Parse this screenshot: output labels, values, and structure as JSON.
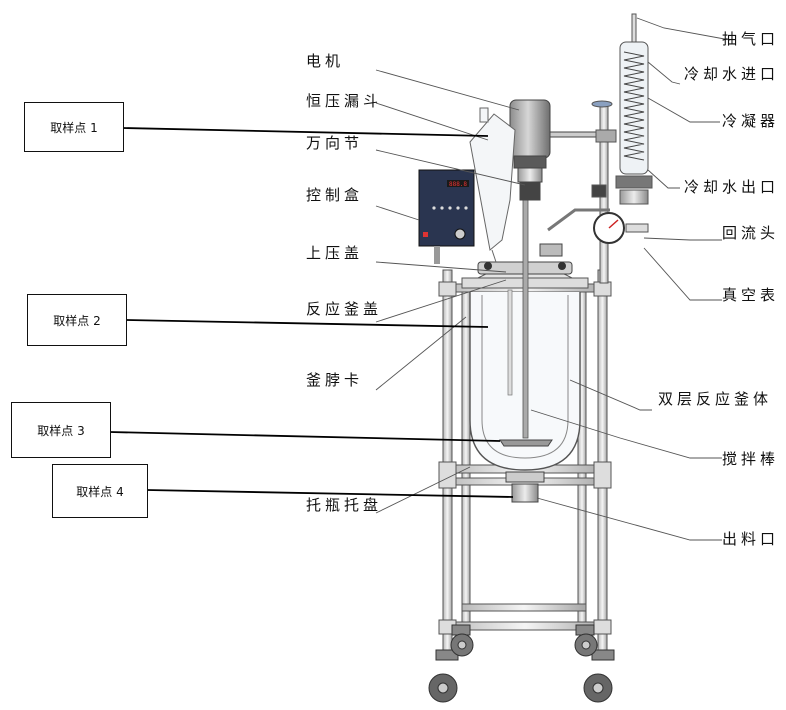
{
  "left_labels": [
    {
      "id": "motor",
      "text": "电机"
    },
    {
      "id": "funnel",
      "text": "恒压漏斗"
    },
    {
      "id": "joint",
      "text": "万向节"
    },
    {
      "id": "control_box",
      "text": "控制盒"
    },
    {
      "id": "upper_cover",
      "text": "上压盖"
    },
    {
      "id": "reactor_lid",
      "text": "反应釜盖"
    },
    {
      "id": "clamp",
      "text": "釜脖卡"
    },
    {
      "id": "tray",
      "text": "托瓶托盘"
    }
  ],
  "right_labels": [
    {
      "id": "vacuum_port",
      "text": "抽气口"
    },
    {
      "id": "coolant_in",
      "text": "冷却水进口"
    },
    {
      "id": "condenser",
      "text": "冷凝器"
    },
    {
      "id": "coolant_out",
      "text": "冷却水出口"
    },
    {
      "id": "reflux_head",
      "text": "回流头"
    },
    {
      "id": "vacuum_gauge",
      "text": "真空表"
    },
    {
      "id": "vessel_body",
      "text": "双层反应釜体"
    },
    {
      "id": "stir_rod",
      "text": "搅拌棒"
    },
    {
      "id": "outlet",
      "text": "出料口"
    }
  ],
  "sample_points": [
    {
      "id": "s1",
      "text": "取样点 1"
    },
    {
      "id": "s2",
      "text": "取样点 2"
    },
    {
      "id": "s3",
      "text": "取样点 3"
    },
    {
      "id": "s4",
      "text": "取样点 4"
    }
  ],
  "control_panel": {
    "display": "888.8"
  }
}
